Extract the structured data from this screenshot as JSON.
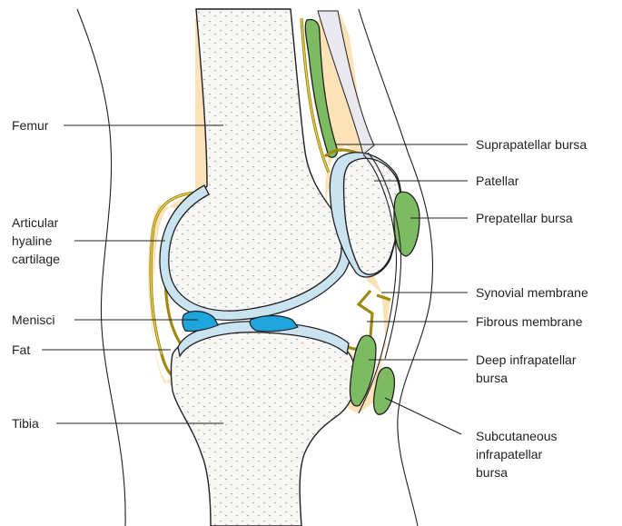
{
  "labels": {
    "femur": "Femur",
    "articular_1": "Articular",
    "articular_2": "hyaline",
    "articular_3": "cartilage",
    "menisci": "Menisci",
    "fat": "Fat",
    "tibia": "Tibia",
    "suprapatellar": "Suprapatellar bursa",
    "patellar": "Patellar",
    "prepatellar": "Prepatellar bursa",
    "synovial": "Synovial membrane",
    "fibrous": "Fibrous membrane",
    "deep_1": "Deep infrapatellar",
    "deep_2": "bursa",
    "subcut_1": "Subcutaneous",
    "subcut_2": "infrapatellar",
    "subcut_3": "bursa"
  },
  "colors": {
    "fat": "#fbe3b7",
    "cartilage": "#c9e4f0",
    "menisci": "#1ea6dc",
    "bursa": "#7dbb62",
    "synovial": "#a08a12",
    "bone": "#f7f7f5"
  }
}
